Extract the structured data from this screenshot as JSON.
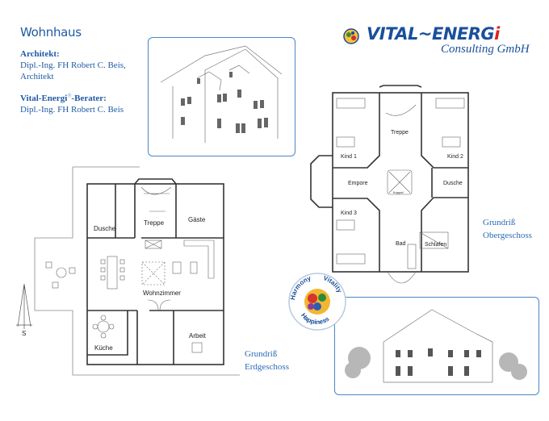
{
  "header": {
    "title": "Wohnhaus"
  },
  "architect": {
    "label": "Architekt:",
    "line1": "Dipl.-Ing. FH Robert C. Beis,",
    "line2": "Architekt"
  },
  "advisor": {
    "label_prefix": "Vital-Energi",
    "label_mark": "®",
    "label_suffix": "-Berater:",
    "name": "Dipl.-Ing. FH Robert C. Beis"
  },
  "logo": {
    "main": "VITAL~ENERG",
    "accent": "i",
    "sub": "Consulting GmbH"
  },
  "badge": {
    "words": [
      "Harmony",
      "Vitality",
      "Happiness"
    ]
  },
  "ground_floor": {
    "caption_line1": "Grundriß",
    "caption_line2": "Erdgeschoss",
    "rooms": {
      "dusche": "Dusche",
      "treppe": "Treppe",
      "gaeste": "Gäste",
      "wohnzimmer": "Wohnzimmer",
      "kueche": "Küche",
      "arbeit": "Arbeit"
    },
    "compass": "S"
  },
  "upper_floor": {
    "caption_line1": "Grundriß",
    "caption_line2": "Obergeschoss",
    "rooms": {
      "kind1": "Kind 1",
      "treppe": "Treppe",
      "kind2": "Kind 2",
      "empore": "Empore",
      "kuppel": "Kuppel",
      "dusche": "Dusche",
      "kind3": "Kind 3",
      "bad": "Bad",
      "schlafen": "Schlafen"
    }
  },
  "colors": {
    "brand_blue": "#1f5aa3",
    "frame_blue": "#4a86c8",
    "accent_red": "#e02020"
  }
}
